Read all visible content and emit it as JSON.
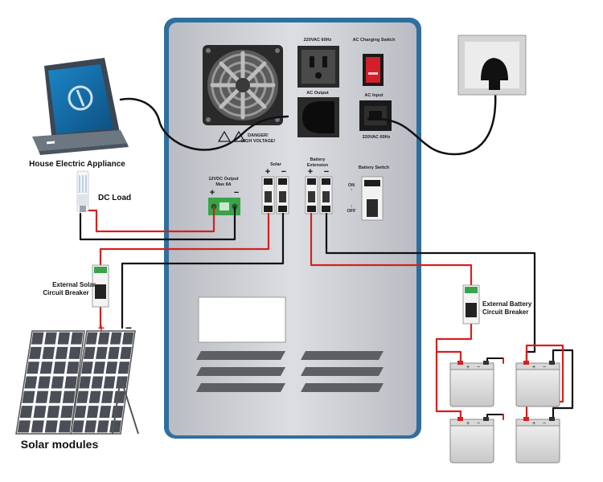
{
  "inverter": {
    "socket_top_label": "220VAC 60Hz",
    "ac_output_label": "AC Output",
    "ac_charging_switch_label": "AC Charging Switch",
    "ac_input_label": "AC Input",
    "ac_input_rating": "220VAC 60Hz",
    "warning_line1": "DANGER!",
    "warning_line2": "HIGH VOLTAGE!",
    "dc_output_line1": "12VDC Output",
    "dc_output_line2": "Max 8A",
    "solar_label": "Solar",
    "battery_ext_line1": "Battery",
    "battery_ext_line2": "Extension",
    "battery_switch_label": "Battery Switch",
    "switch_on": "ON",
    "switch_off": "OFF",
    "plus": "+",
    "minus": "−"
  },
  "components": {
    "house_appliance": "House Electric Appliance",
    "dc_load": "DC Load",
    "ext_solar_breaker_line1": "External Solar",
    "ext_solar_breaker_line2": "Circuit Breaker",
    "ext_battery_breaker_line1": "External Battery",
    "ext_battery_breaker_line2": "Circuit Breaker",
    "solar_modules": "Solar modules"
  },
  "colors": {
    "panel": "#cfd1d6",
    "frame": "#2f6f9e",
    "positive_wire": "#d42020",
    "negative_wire": "#111111",
    "terminal_green": "#3aa34a"
  }
}
